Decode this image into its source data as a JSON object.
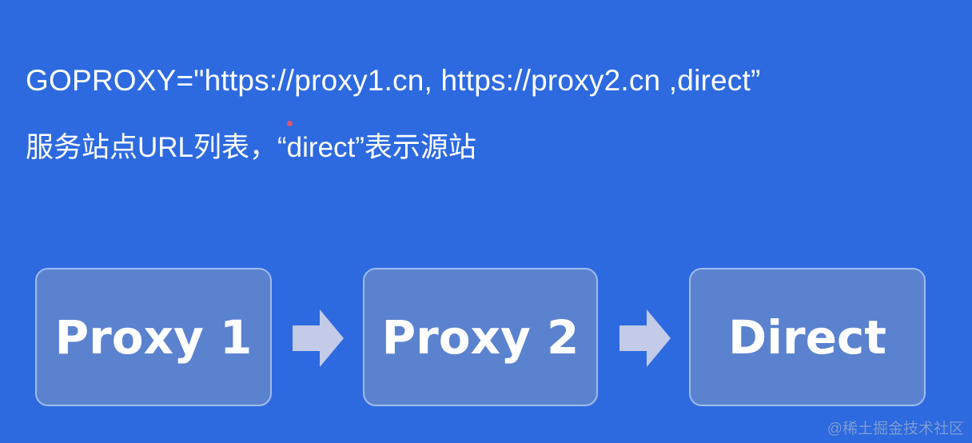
{
  "slide": {
    "config_line": "GOPROXY=\"https://proxy1.cn, https://proxy2.cn ,direct”",
    "description_line": "服务站点URL列表，“direct”表示源站"
  },
  "flow": {
    "nodes": [
      {
        "label": "Proxy 1"
      },
      {
        "label": "Proxy 2"
      },
      {
        "label": "Direct"
      }
    ],
    "arrows": [
      "right-arrow-icon",
      "right-arrow-icon"
    ]
  },
  "colors": {
    "background": "#2d6ae0",
    "box_fill": "#5b82cf",
    "box_border": "#9fbbee",
    "arrow": "#c3cbe8",
    "text": "#ffffff"
  },
  "watermark": "@稀土掘金技术社区"
}
